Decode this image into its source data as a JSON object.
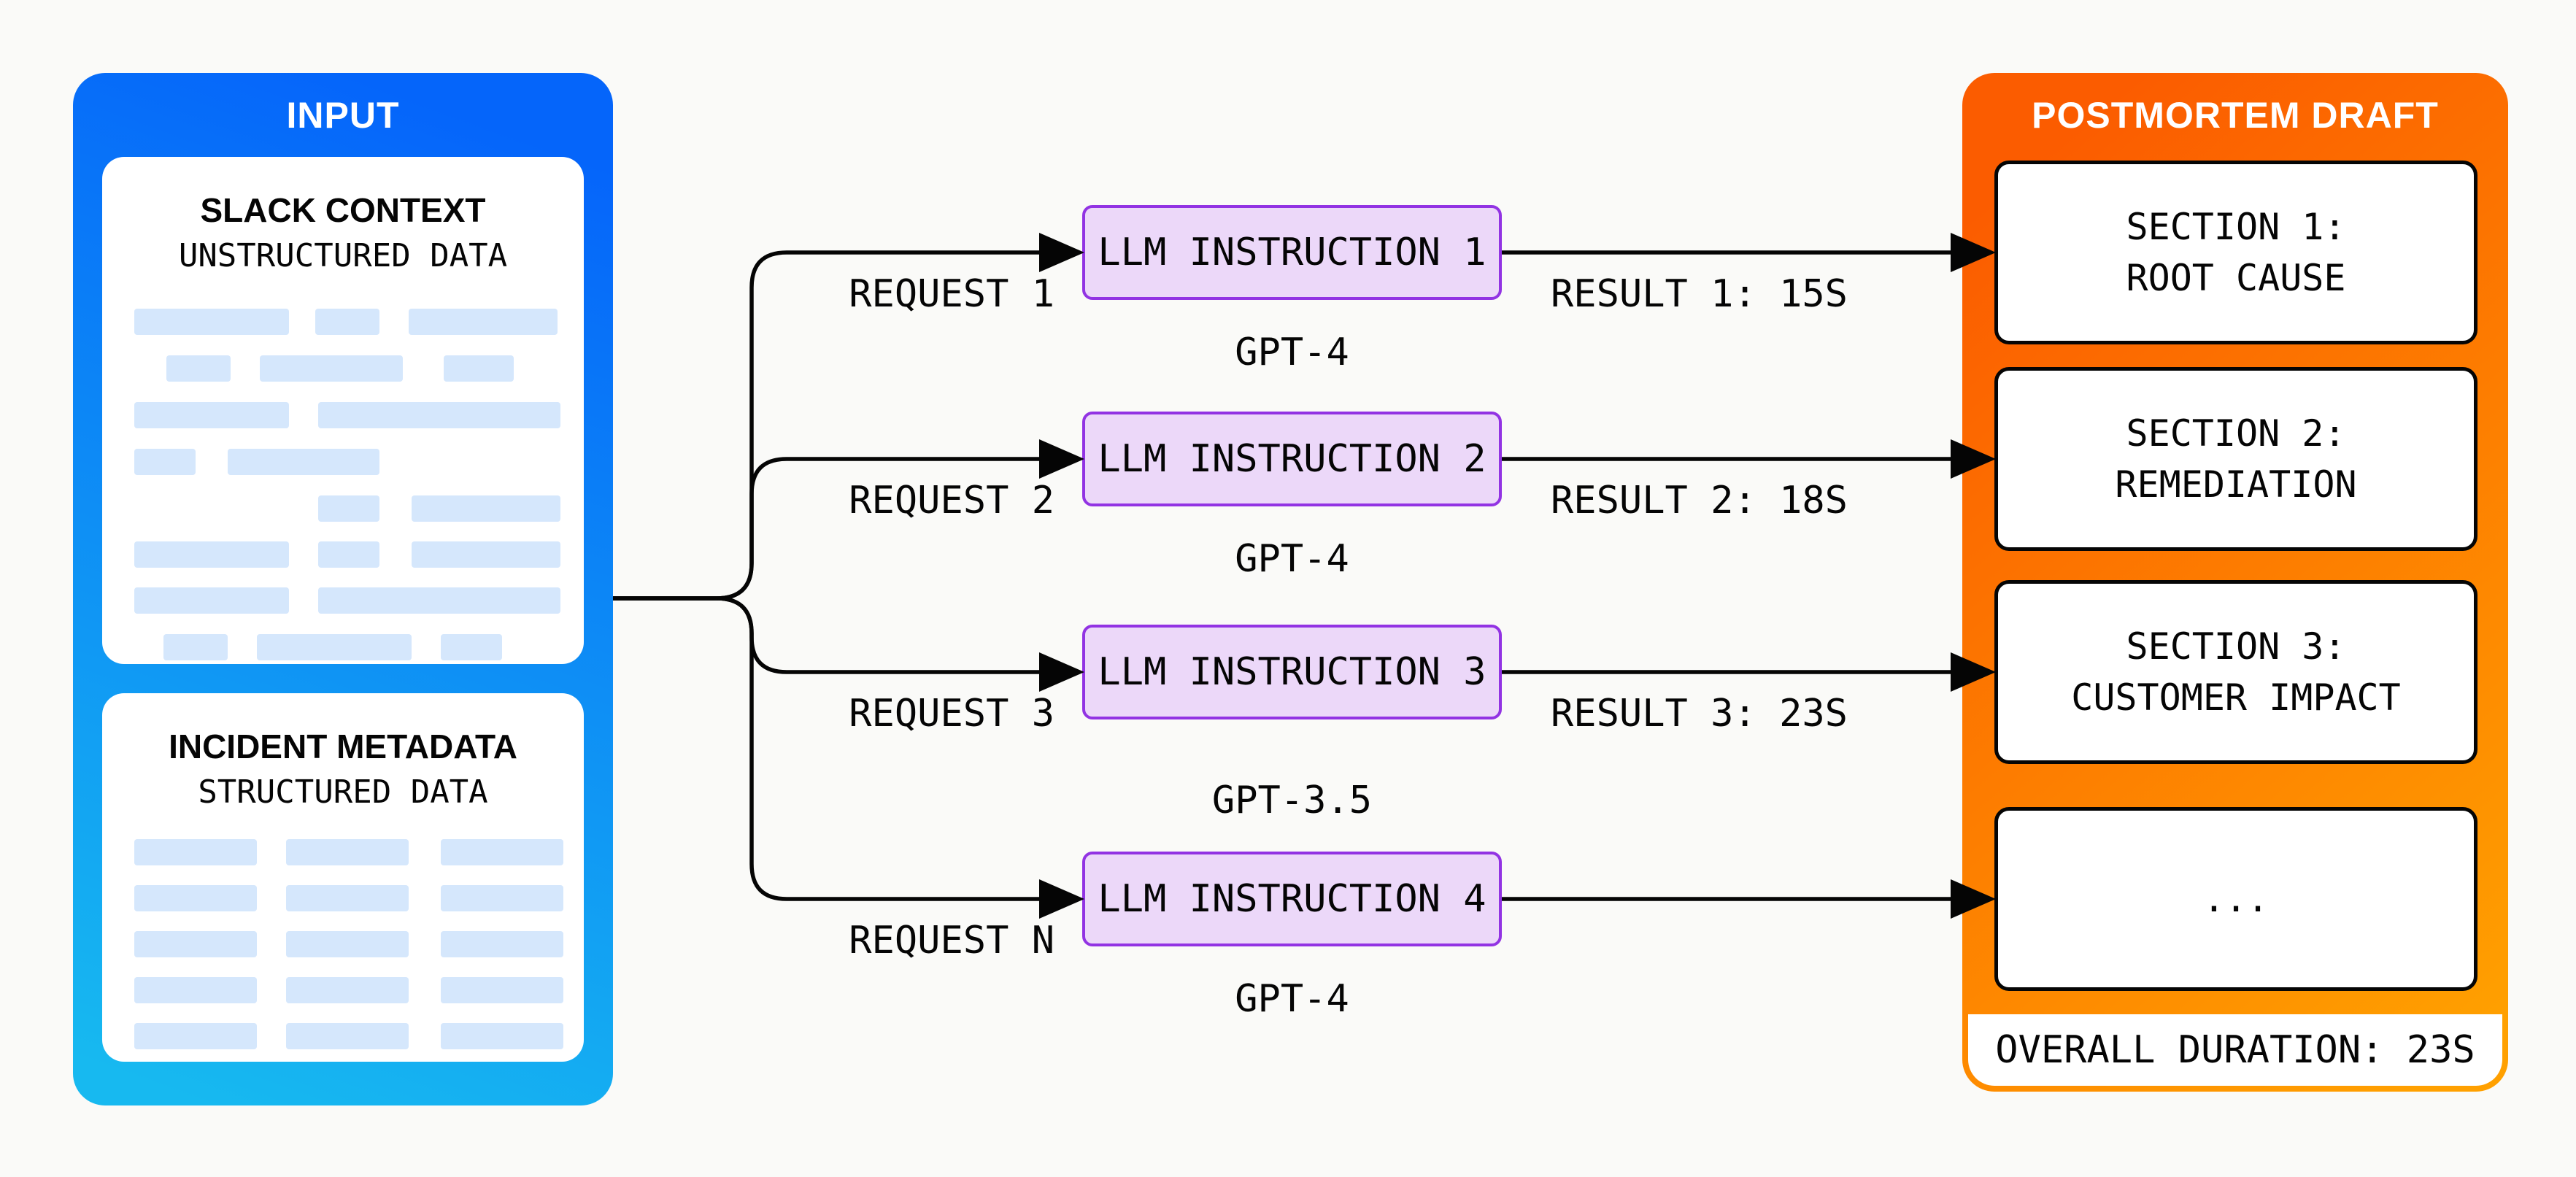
{
  "diagram_type": "flow-diagram",
  "colors": {
    "bg": "#FAFAF8",
    "blue_top": "#0565FA",
    "blue_bottom": "#17B9F0",
    "orange_top": "#FB5C00",
    "orange_bottom": "#FFA000",
    "purple_fill": "#ECD8F9",
    "purple_border": "#9233E3",
    "skeleton": "#D5E7FC",
    "ink": "#050505",
    "card_bg": "#FFFFFF"
  },
  "input_panel": {
    "title": "INPUT",
    "slack": {
      "title": "SLACK CONTEXT",
      "subtitle": "UNSTRUCTURED DATA"
    },
    "metadata": {
      "title": "INCIDENT METADATA",
      "subtitle": "STRUCTURED DATA"
    }
  },
  "flow": {
    "rows": [
      {
        "request": "REQUEST 1",
        "instruction": "LLM INSTRUCTION 1",
        "model": "GPT-4",
        "result": "RESULT 1: 15S"
      },
      {
        "request": "REQUEST 2",
        "instruction": "LLM INSTRUCTION 2",
        "model": "GPT-4",
        "result": "RESULT 2: 18S"
      },
      {
        "request": "REQUEST 3",
        "instruction": "LLM INSTRUCTION 3",
        "model": "GPT-3.5",
        "result": "RESULT 3: 23S"
      },
      {
        "request": "REQUEST N",
        "instruction": "LLM INSTRUCTION 4",
        "model": "GPT-4",
        "result": ""
      }
    ]
  },
  "output_panel": {
    "title": "POSTMORTEM DRAFT",
    "sections": [
      {
        "line1": "SECTION 1:",
        "line2": "ROOT CAUSE"
      },
      {
        "line1": "SECTION 2:",
        "line2": "REMEDIATION"
      },
      {
        "line1": "SECTION 3:",
        "line2": "CUSTOMER IMPACT"
      },
      {
        "line1": "...",
        "line2": ""
      }
    ],
    "footer": "OVERALL DURATION: 23S"
  }
}
